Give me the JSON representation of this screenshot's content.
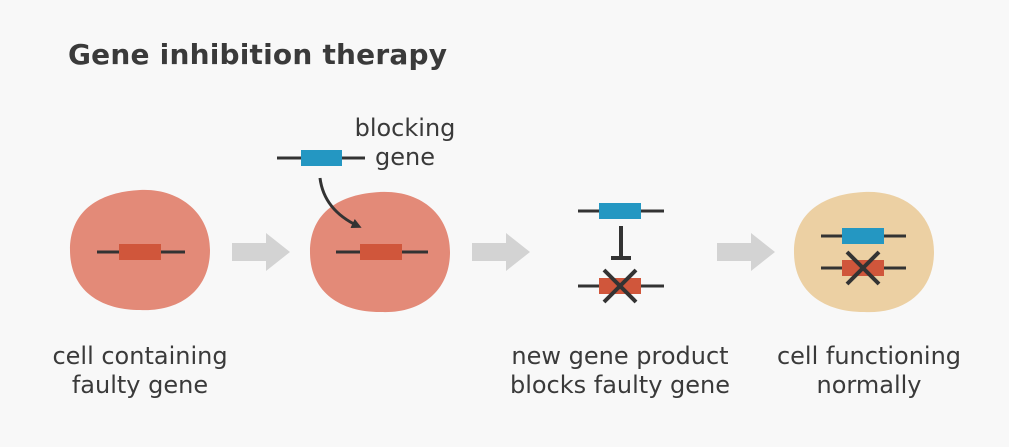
{
  "title": "Gene inhibition therapy",
  "colors": {
    "cell_faulty": "#e38a78",
    "cell_normal": "#ecd0a3",
    "faulty_gene": "#d0563b",
    "blocking_gene": "#2497c2",
    "strand": "#333333",
    "arrow": "#d3d3d3",
    "text": "#3a3a3a"
  },
  "labels": {
    "blocking_gene": [
      "blocking",
      "gene"
    ],
    "step1": [
      "cell containing",
      "faulty gene"
    ],
    "step3": [
      "new gene product",
      "blocks faulty gene"
    ],
    "step4": [
      "cell functioning",
      "normally"
    ]
  },
  "icons": {
    "step_arrow": "right-arrow-icon",
    "insert_arrow": "curved-arrow-icon",
    "inhibition": "t-bar-inhibition-icon",
    "disabled": "x-cross-icon"
  }
}
